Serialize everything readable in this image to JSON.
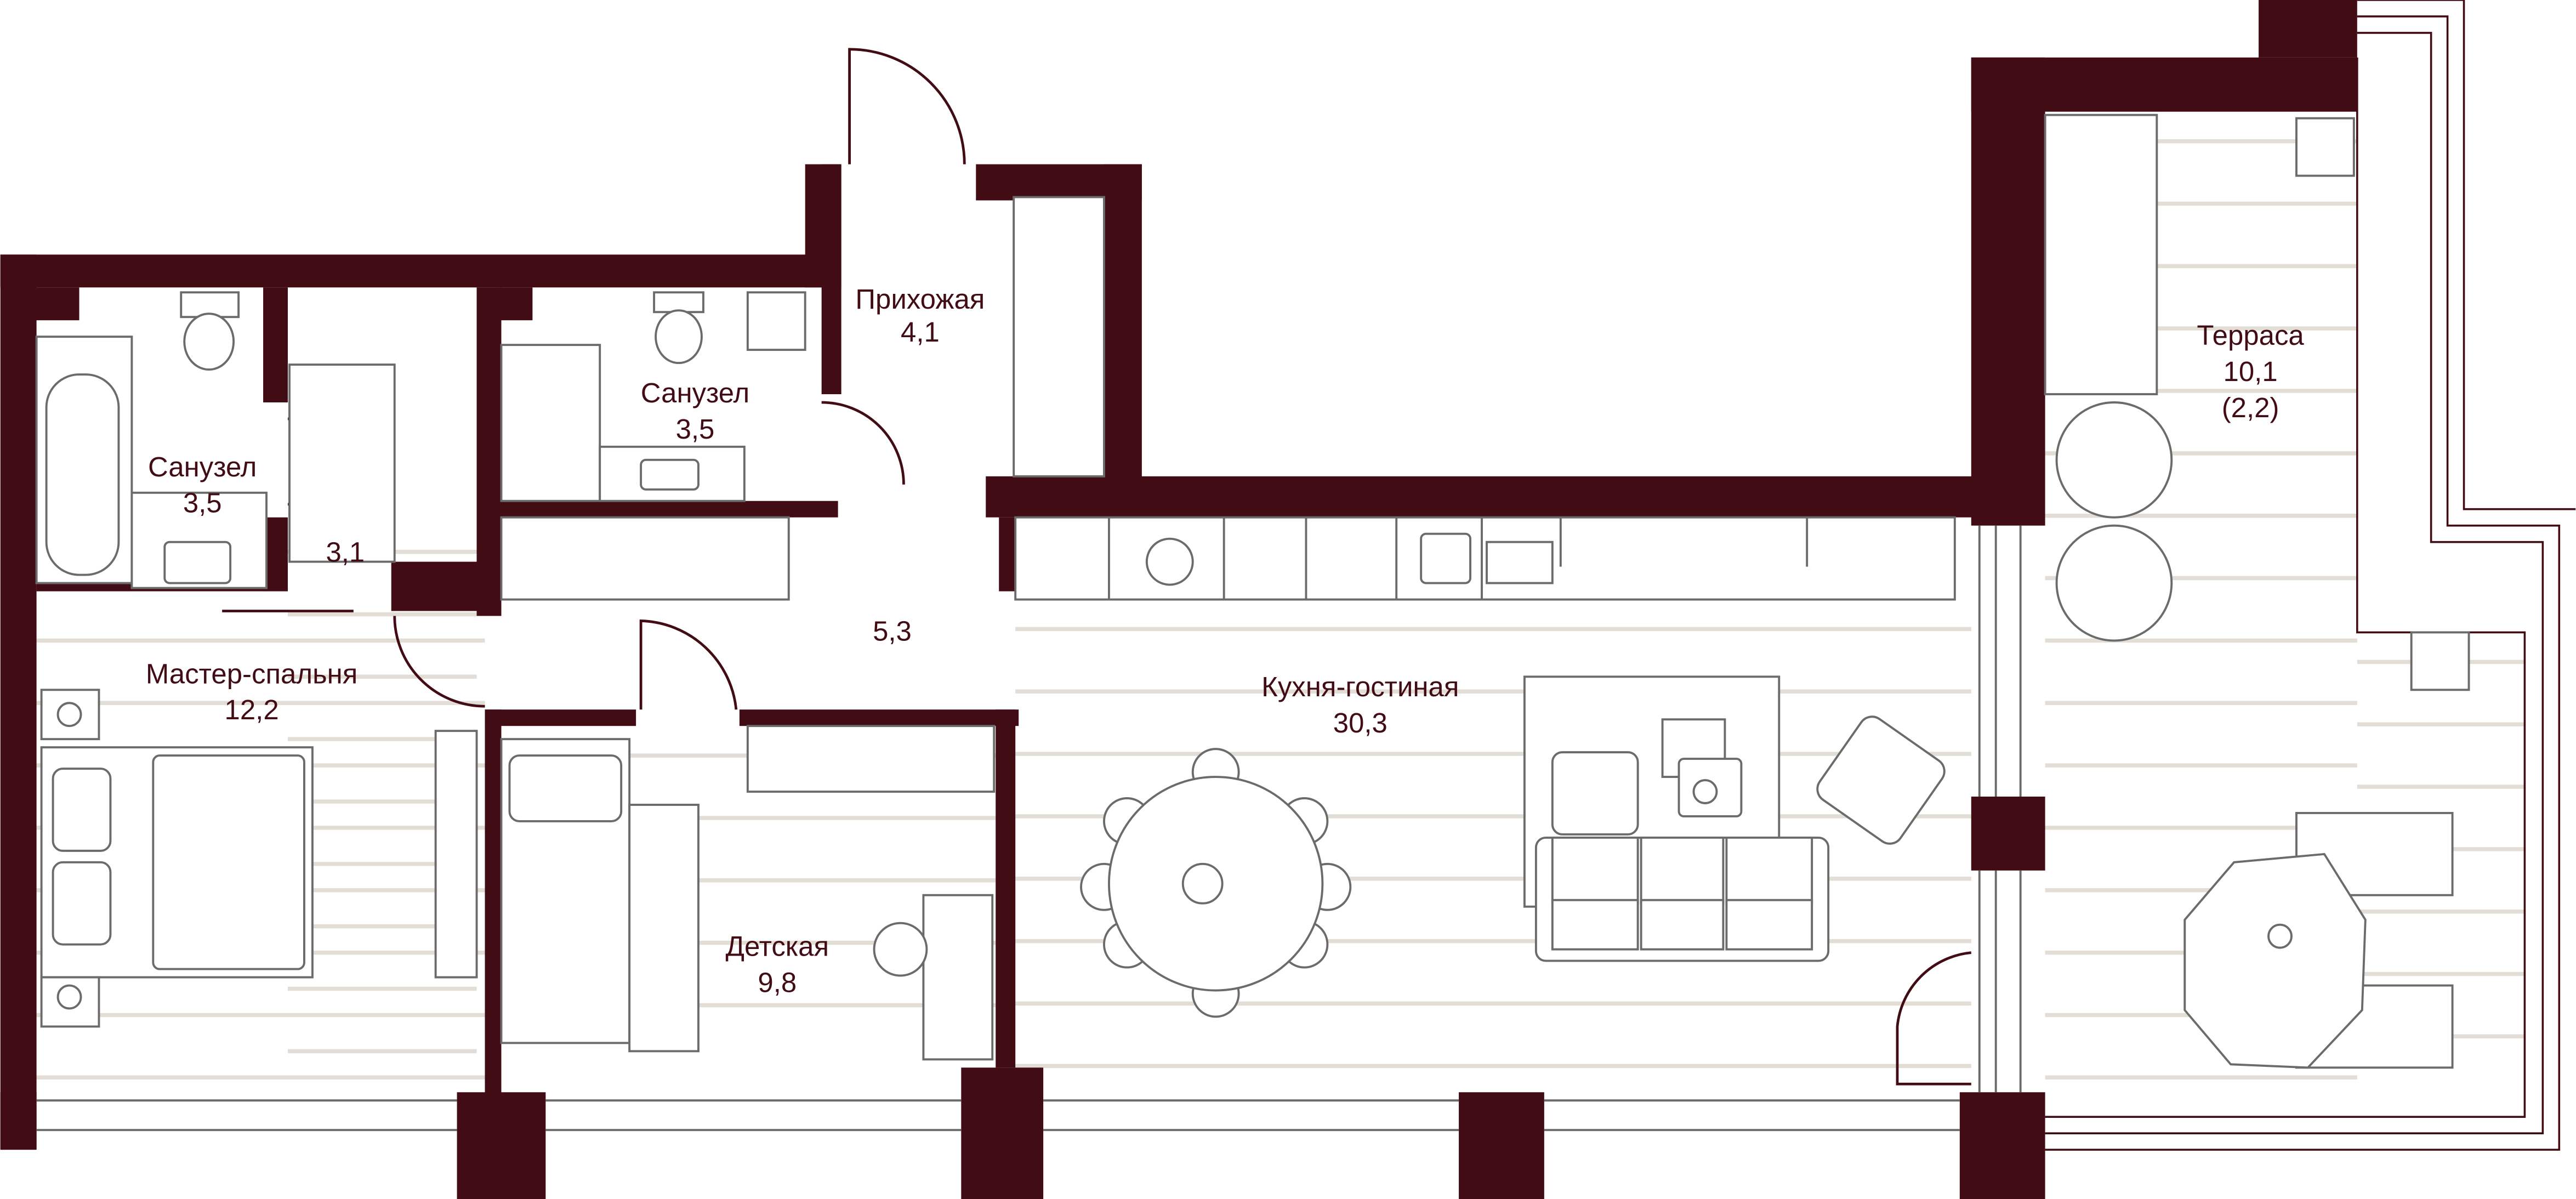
{
  "plan": {
    "colors": {
      "wall": "#420c15",
      "floor_lines": "#e2ddd5",
      "furniture": "#6b6b6b",
      "background": "#ffffff"
    },
    "rooms": [
      {
        "id": "hallway",
        "name": "Прихожая",
        "area": "4,1"
      },
      {
        "id": "bathroom-1",
        "name": "Санузел",
        "area": "3,5"
      },
      {
        "id": "bathroom-2",
        "name": "Санузел",
        "area": "3,5"
      },
      {
        "id": "wardrobe",
        "name": "",
        "area": "3,1"
      },
      {
        "id": "master-bedroom",
        "name": "Мастер-спальня",
        "area": "12,2"
      },
      {
        "id": "corridor",
        "name": "",
        "area": "5,3"
      },
      {
        "id": "kitchen-living",
        "name": "Кухня-гостиная",
        "area": "30,3"
      },
      {
        "id": "kids-room",
        "name": "Детская",
        "area": "9,8"
      },
      {
        "id": "terrace",
        "name": "Терраса",
        "area": "10,1",
        "area_reduced": "(2,2)"
      }
    ]
  }
}
